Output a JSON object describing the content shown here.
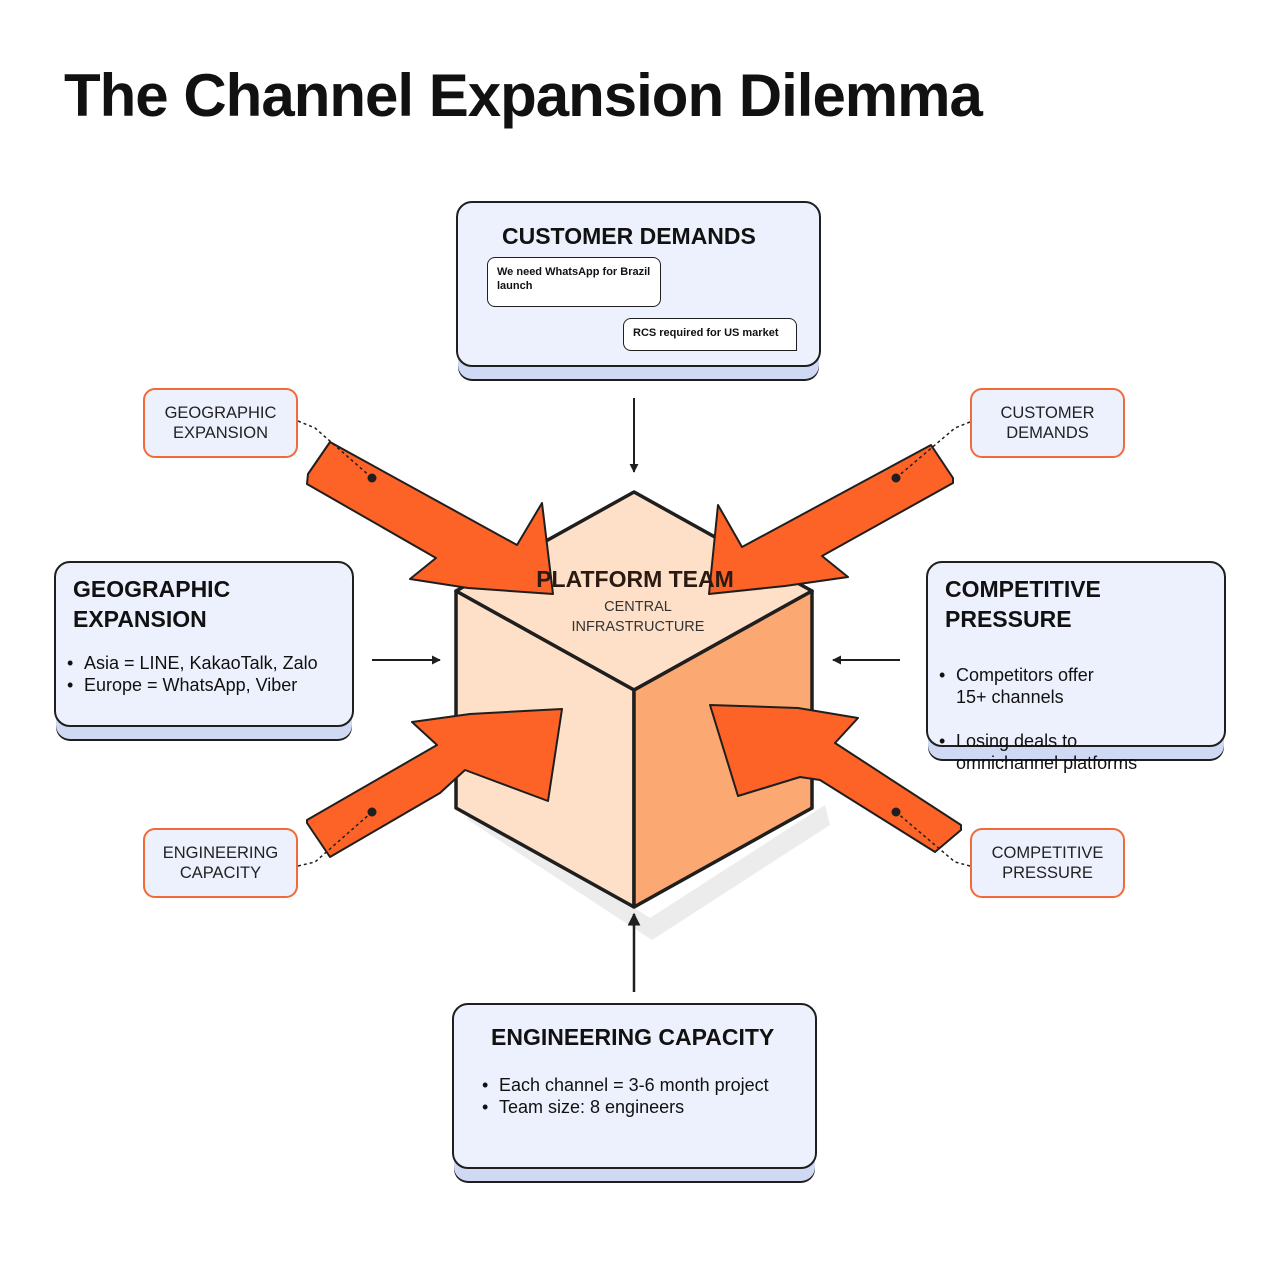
{
  "title": "The Channel Expansion Dilemma",
  "center": {
    "title": "PLATFORM TEAM",
    "subtitle": "CENTRAL\nINFRASTRUCTURE"
  },
  "customer_demands": {
    "title": "CUSTOMER DEMANDS",
    "messages": [
      "We need WhatsApp for Brazil launch",
      "RCS required for US market"
    ]
  },
  "geographic_expansion": {
    "title": "GEOGRAPHIC EXPANSION",
    "bullets": [
      "Asia = LINE, KakaoTalk, Zalo",
      "Europe = WhatsApp, Viber"
    ]
  },
  "competitive_pressure": {
    "title": "COMPETITIVE PRESSURE",
    "bullets": [
      "Competitors offer\n 15+ channels",
      "Losing deals to\nomnichannel platforms"
    ]
  },
  "engineering_capacity": {
    "title": "ENGINEERING CAPACITY",
    "bullets": [
      "Each channel = 3-6 month project",
      "Team size: 8 engineers"
    ]
  },
  "tags": {
    "geographic_expansion": "GEOGRAPHIC\nEXPANSION",
    "customer_demands": "CUSTOMER\nDEMANDS",
    "engineering_capacity": "ENGINEERING\nCAPACITY",
    "competitive_pressure": "COMPETITIVE\nPRESSURE"
  },
  "colors": {
    "arrow": "#fd6226",
    "cube_top": "#fde0c7",
    "cube_left": "#fde0c7",
    "cube_right": "#fba872",
    "card_bg": "#edf1fd",
    "tag_border": "#f26a38",
    "outline": "#1f1f1f"
  }
}
